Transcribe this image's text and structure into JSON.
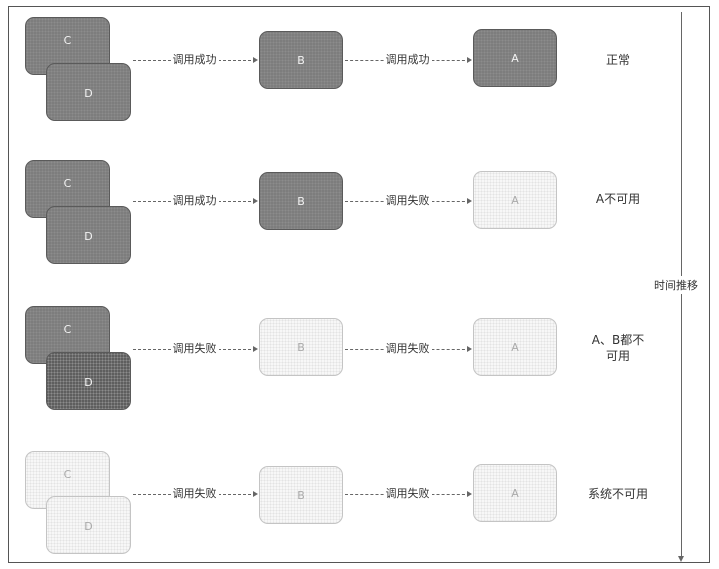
{
  "time_label": "时间推移",
  "rows": [
    {
      "c": {
        "label": "C",
        "state": "on"
      },
      "d": {
        "label": "D",
        "state": "on"
      },
      "b": {
        "label": "B",
        "state": "on"
      },
      "a": {
        "label": "A",
        "state": "on"
      },
      "call_to_b": "调用成功",
      "call_to_a": "调用成功",
      "status_lines": [
        "正常"
      ]
    },
    {
      "c": {
        "label": "C",
        "state": "on"
      },
      "d": {
        "label": "D",
        "state": "on"
      },
      "b": {
        "label": "B",
        "state": "on"
      },
      "a": {
        "label": "A",
        "state": "off"
      },
      "call_to_b": "调用成功",
      "call_to_a": "调用失败",
      "status_lines": [
        "A不可用"
      ]
    },
    {
      "c": {
        "label": "C",
        "state": "on"
      },
      "d": {
        "label": "D",
        "state": "on"
      },
      "b": {
        "label": "B",
        "state": "off"
      },
      "a": {
        "label": "A",
        "state": "off"
      },
      "call_to_b": "调用失败",
      "call_to_a": "调用失败",
      "status_lines": [
        "A、B都不",
        "可用"
      ]
    },
    {
      "c": {
        "label": "C",
        "state": "off"
      },
      "d": {
        "label": "D",
        "state": "off"
      },
      "b": {
        "label": "B",
        "state": "off"
      },
      "a": {
        "label": "A",
        "state": "off"
      },
      "call_to_b": "调用失败",
      "call_to_a": "调用失败",
      "status_lines": [
        "系统不可用"
      ]
    }
  ]
}
